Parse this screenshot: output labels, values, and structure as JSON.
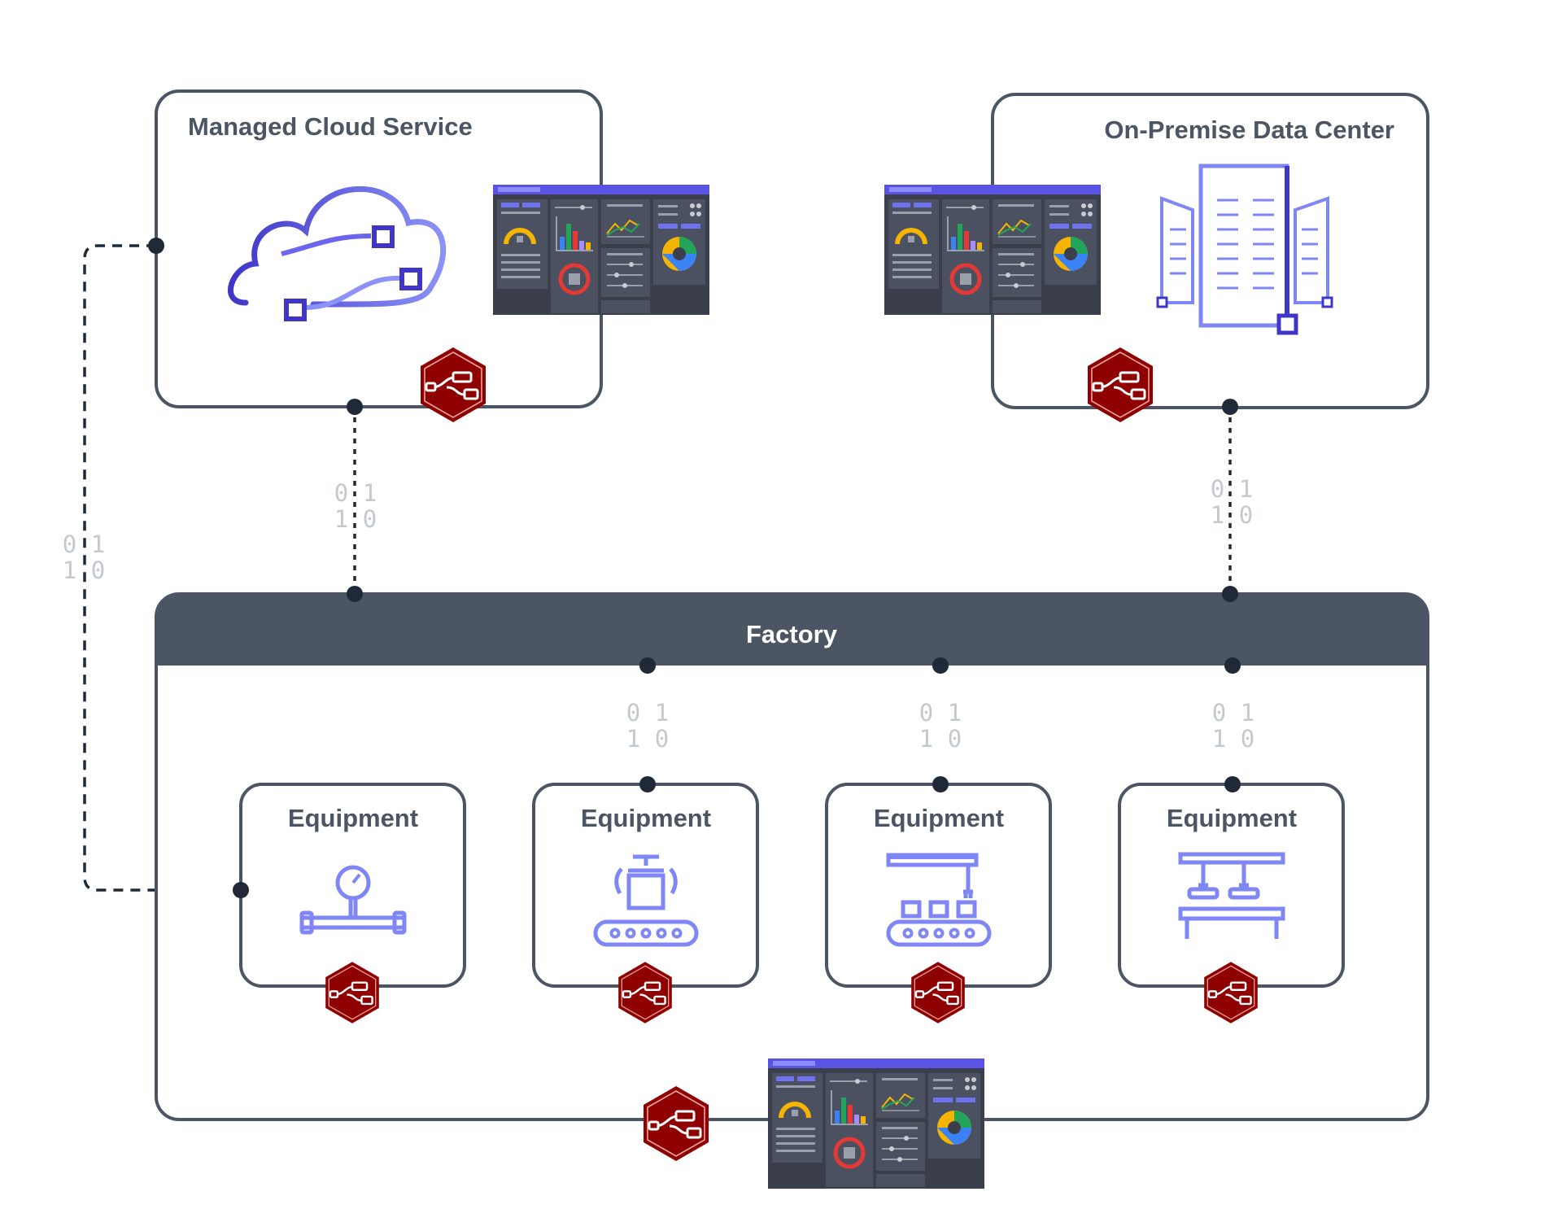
{
  "cloud": {
    "title": "Managed Cloud Service"
  },
  "datacenter": {
    "title": "On-Premise Data Center"
  },
  "factory": {
    "title": "Factory"
  },
  "equipment": [
    {
      "label": "Equipment",
      "icon": "pressure-gauge-pipe-icon"
    },
    {
      "label": "Equipment",
      "icon": "gripper-conveyor-icon"
    },
    {
      "label": "Equipment",
      "icon": "gantry-conveyor-icon"
    },
    {
      "label": "Equipment",
      "icon": "press-table-icon"
    }
  ],
  "binary": {
    "line1": "0 1",
    "line2": "1 0"
  },
  "icons": {
    "node": "node-red-hexagon-icon",
    "dashboard": "dashboard-thumbnail-icon"
  },
  "colors": {
    "box_stroke": "#4b5563",
    "factory_header": "#4b5563",
    "accent": "#7f86f5",
    "accent_dark": "#3f36c9",
    "node_red": "#8f0000",
    "connector": "#1f2937",
    "binary_text": "#c4c8cf"
  }
}
